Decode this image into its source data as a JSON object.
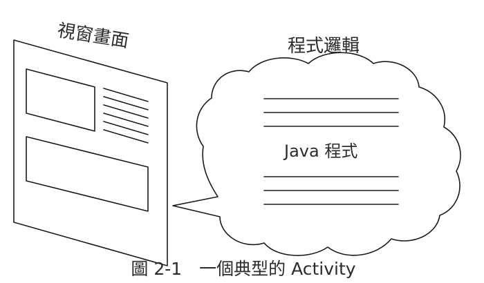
{
  "diagram": {
    "window_label": "視窗畫面",
    "logic_label": "程式邏輯",
    "cloud_text": "Java 程式",
    "caption": "圖 2-1　一個典型的 Activity"
  }
}
